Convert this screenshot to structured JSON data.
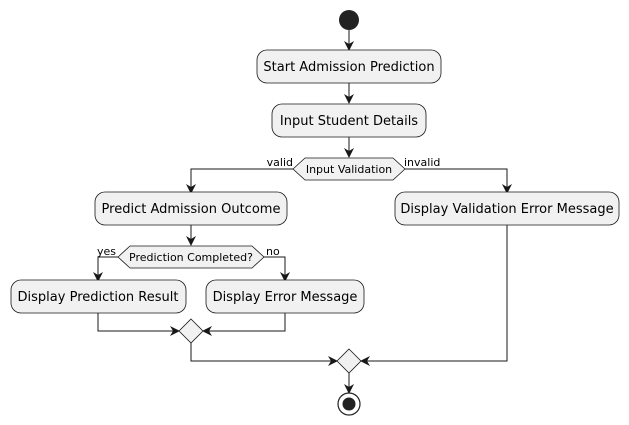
{
  "nodes": {
    "start_admission": "Start Admission Prediction",
    "input_details": "Input Student Details",
    "predict_outcome": "Predict Admission Outcome",
    "display_result": "Display Prediction Result",
    "display_error": "Display Error Message",
    "display_validation_error": "Display Validation Error Message"
  },
  "decisions": {
    "input_validation": "Input Validation",
    "prediction_completed": "Prediction Completed?"
  },
  "branches": {
    "valid": "valid",
    "invalid": "invalid",
    "yes": "yes",
    "no": "no"
  }
}
